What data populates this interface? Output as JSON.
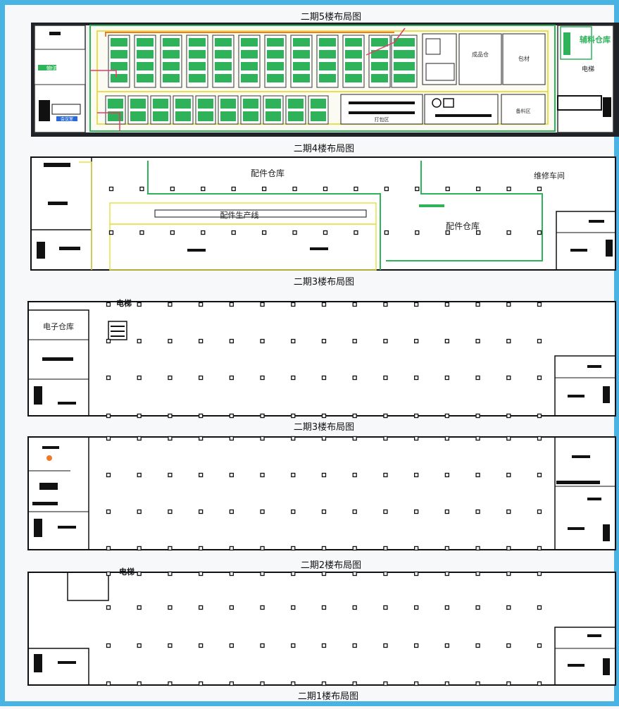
{
  "colors": {
    "frame": "#49b3e4",
    "paper": "#f7f8f9",
    "wall": "#1a1a1a",
    "dark_panel": "#202428",
    "highlight_yellow": "#e8e04a",
    "line_green": "#2fb35a",
    "line_red": "#e63a6a",
    "accent_orange": "#f07a2a",
    "accent_blue": "#2a6ad8"
  },
  "titles": {
    "floor5": "二期5楼布局图",
    "floor4": "二期4楼布局图",
    "floor3": "二期3楼布局图",
    "floor3b": "二期3楼布局图",
    "floor2": "二期2楼布局图",
    "floor1": "二期1楼布局图"
  },
  "floor5": {
    "material_warehouse": "辅料仓库",
    "box_room": "电梯",
    "corridor_left": "会议室",
    "side_label": "物流区",
    "room_a": "成品仓",
    "room_b": "包材",
    "room_c": "打包区",
    "bottom_label": "备料区"
  },
  "floor4": {
    "parts_warehouse_top": "配件仓库",
    "maintenance_room": "维修车间",
    "parts_line": "配件生产线",
    "parts_warehouse_bottom": "配件仓库"
  },
  "floor3": {
    "elevator": "电梯",
    "electronics_warehouse": "电子仓库"
  },
  "floor2": {
    "elevator": "电梯"
  }
}
